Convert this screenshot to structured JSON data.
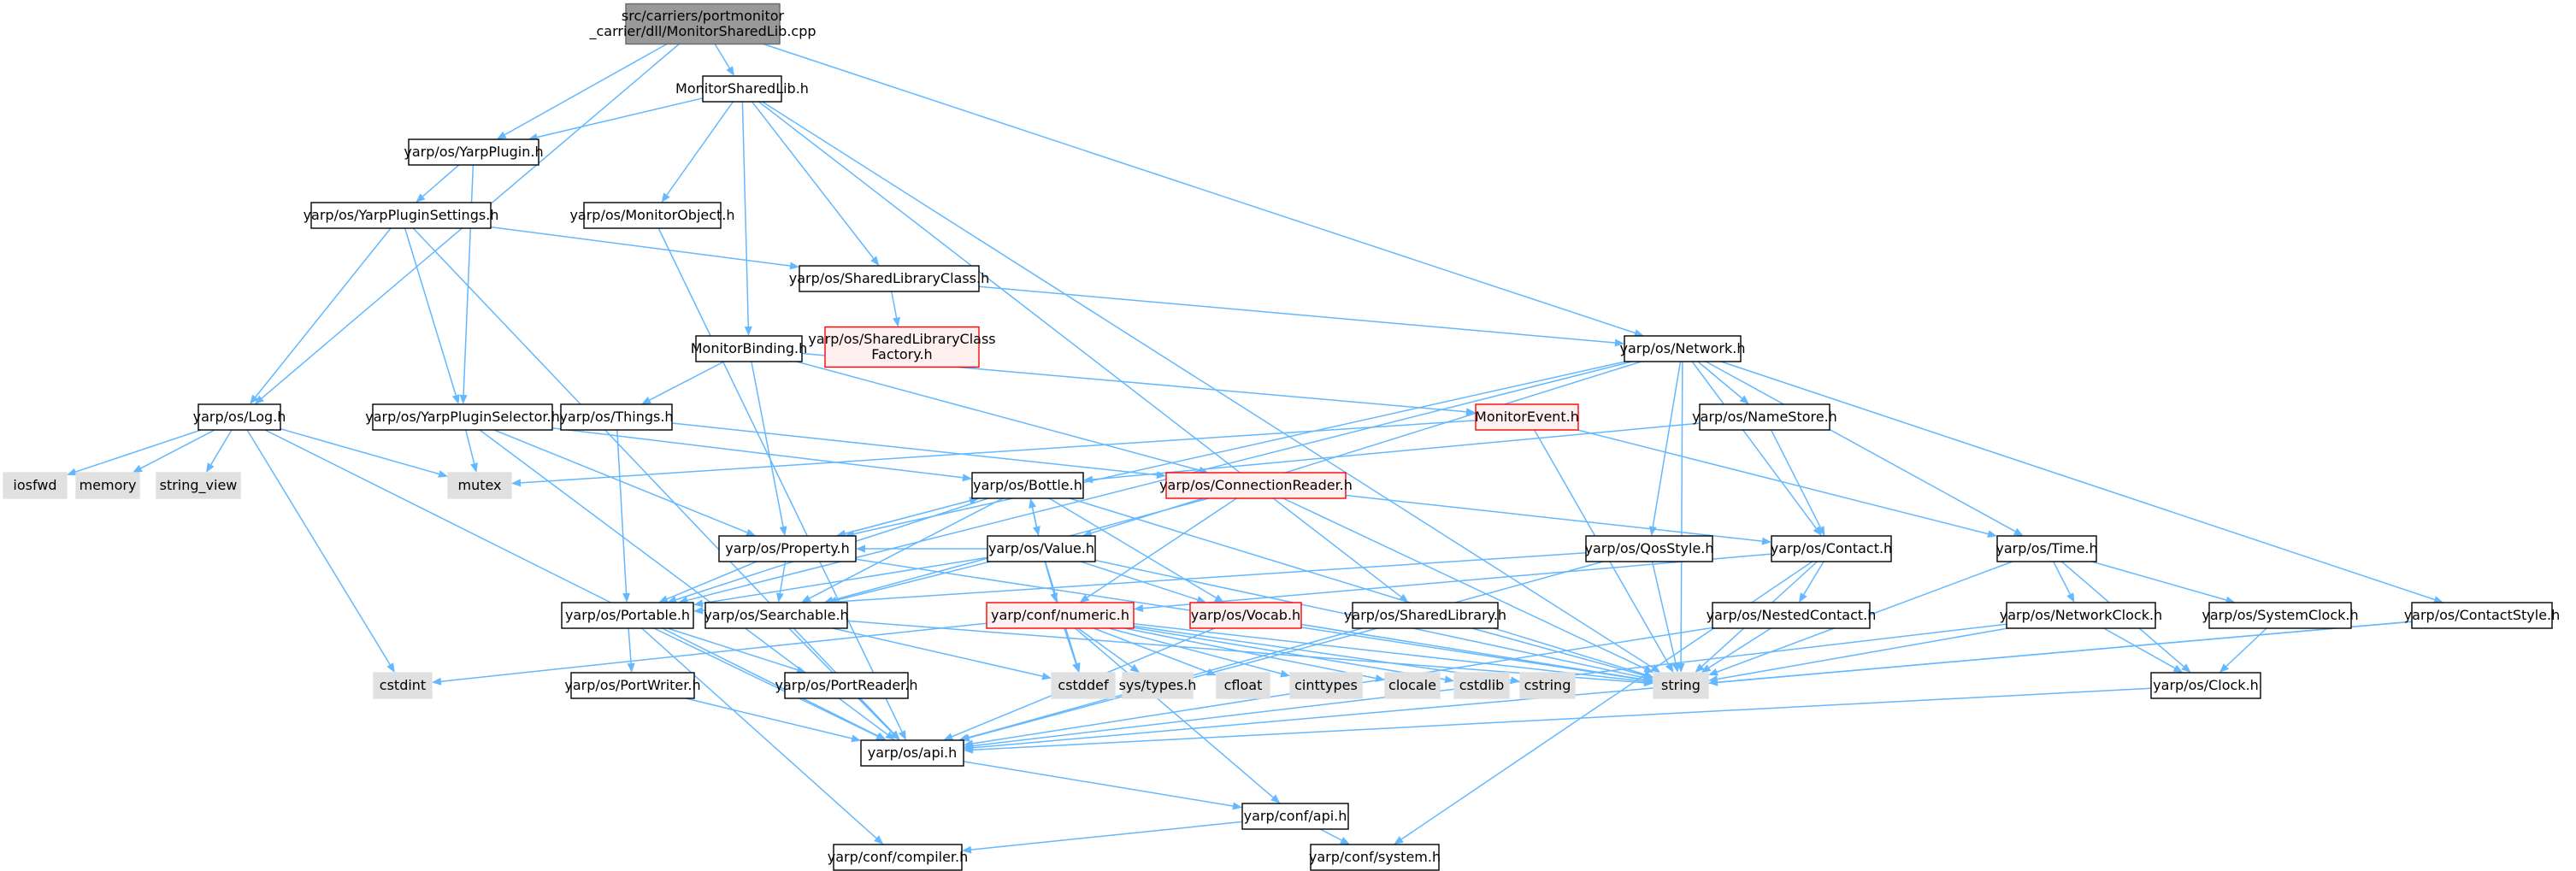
{
  "graph": {
    "colors": {
      "edge": "#63b8ff",
      "root_fill": "#999999",
      "root_stroke": "#666666",
      "normal_fill": "#ffffff",
      "normal_stroke": "#000000",
      "system_fill": "#e0e0e0",
      "system_stroke": "#e0e0e0",
      "missing_fill": "#fff0f0",
      "missing_stroke": "#ff0000",
      "text": "#000000"
    },
    "nodes": [
      {
        "id": "root",
        "kind": "root",
        "lines": [
          "src/carriers/portmonitor",
          "_carrier/dll/MonitorSharedLib.cpp"
        ]
      },
      {
        "id": "MonitorSharedLib",
        "kind": "normal",
        "lines": [
          "MonitorSharedLib.h"
        ]
      },
      {
        "id": "YarpPlugin",
        "kind": "normal",
        "lines": [
          "yarp/os/YarpPlugin.h"
        ]
      },
      {
        "id": "YarpPluginSettings",
        "kind": "normal",
        "lines": [
          "yarp/os/YarpPluginSettings.h"
        ]
      },
      {
        "id": "MonitorObject",
        "kind": "normal",
        "lines": [
          "yarp/os/MonitorObject.h"
        ]
      },
      {
        "id": "SharedLibraryClass",
        "kind": "normal",
        "lines": [
          "yarp/os/SharedLibraryClass.h"
        ]
      },
      {
        "id": "SharedLibraryClassFactory",
        "kind": "missing",
        "lines": [
          "yarp/os/SharedLibraryClass",
          "Factory.h"
        ]
      },
      {
        "id": "MonitorBinding",
        "kind": "normal",
        "lines": [
          "MonitorBinding.h"
        ]
      },
      {
        "id": "Network",
        "kind": "normal",
        "lines": [
          "yarp/os/Network.h"
        ]
      },
      {
        "id": "Log",
        "kind": "normal",
        "lines": [
          "yarp/os/Log.h"
        ]
      },
      {
        "id": "YarpPluginSelector",
        "kind": "normal",
        "lines": [
          "yarp/os/YarpPluginSelector.h"
        ]
      },
      {
        "id": "Things",
        "kind": "normal",
        "lines": [
          "yarp/os/Things.h"
        ]
      },
      {
        "id": "MonitorEvent",
        "kind": "missing",
        "lines": [
          "MonitorEvent.h"
        ]
      },
      {
        "id": "NameStore",
        "kind": "normal",
        "lines": [
          "yarp/os/NameStore.h"
        ]
      },
      {
        "id": "iosfwd",
        "kind": "system",
        "lines": [
          "iosfwd"
        ]
      },
      {
        "id": "memory",
        "kind": "system",
        "lines": [
          "memory"
        ]
      },
      {
        "id": "string_view",
        "kind": "system",
        "lines": [
          "string_view"
        ]
      },
      {
        "id": "mutex",
        "kind": "system",
        "lines": [
          "mutex"
        ]
      },
      {
        "id": "Bottle",
        "kind": "normal",
        "lines": [
          "yarp/os/Bottle.h"
        ]
      },
      {
        "id": "ConnectionReader",
        "kind": "missing",
        "lines": [
          "yarp/os/ConnectionReader.h"
        ]
      },
      {
        "id": "Property",
        "kind": "normal",
        "lines": [
          "yarp/os/Property.h"
        ]
      },
      {
        "id": "Value",
        "kind": "normal",
        "lines": [
          "yarp/os/Value.h"
        ]
      },
      {
        "id": "QosStyle",
        "kind": "normal",
        "lines": [
          "yarp/os/QosStyle.h"
        ]
      },
      {
        "id": "Contact",
        "kind": "normal",
        "lines": [
          "yarp/os/Contact.h"
        ]
      },
      {
        "id": "Time",
        "kind": "normal",
        "lines": [
          "yarp/os/Time.h"
        ]
      },
      {
        "id": "Portable",
        "kind": "normal",
        "lines": [
          "yarp/os/Portable.h"
        ]
      },
      {
        "id": "Searchable",
        "kind": "normal",
        "lines": [
          "yarp/os/Searchable.h"
        ]
      },
      {
        "id": "numeric",
        "kind": "missing",
        "lines": [
          "yarp/conf/numeric.h"
        ]
      },
      {
        "id": "Vocab",
        "kind": "missing",
        "lines": [
          "yarp/os/Vocab.h"
        ]
      },
      {
        "id": "SharedLibrary",
        "kind": "normal",
        "lines": [
          "yarp/os/SharedLibrary.h"
        ]
      },
      {
        "id": "NestedContact",
        "kind": "normal",
        "lines": [
          "yarp/os/NestedContact.h"
        ]
      },
      {
        "id": "NetworkClock",
        "kind": "normal",
        "lines": [
          "yarp/os/NetworkClock.h"
        ]
      },
      {
        "id": "SystemClock",
        "kind": "normal",
        "lines": [
          "yarp/os/SystemClock.h"
        ]
      },
      {
        "id": "ContactStyle",
        "kind": "normal",
        "lines": [
          "yarp/os/ContactStyle.h"
        ]
      },
      {
        "id": "cstdint",
        "kind": "system",
        "lines": [
          "cstdint"
        ]
      },
      {
        "id": "PortWriter",
        "kind": "normal",
        "lines": [
          "yarp/os/PortWriter.h"
        ]
      },
      {
        "id": "PortReader",
        "kind": "normal",
        "lines": [
          "yarp/os/PortReader.h"
        ]
      },
      {
        "id": "cstddef",
        "kind": "system",
        "lines": [
          "cstddef"
        ]
      },
      {
        "id": "systypes",
        "kind": "system",
        "lines": [
          "sys/types.h"
        ]
      },
      {
        "id": "cfloat",
        "kind": "system",
        "lines": [
          "cfloat"
        ]
      },
      {
        "id": "cinttypes",
        "kind": "system",
        "lines": [
          "cinttypes"
        ]
      },
      {
        "id": "clocale",
        "kind": "system",
        "lines": [
          "clocale"
        ]
      },
      {
        "id": "cstdlib",
        "kind": "system",
        "lines": [
          "cstdlib"
        ]
      },
      {
        "id": "cstring",
        "kind": "system",
        "lines": [
          "cstring"
        ]
      },
      {
        "id": "string",
        "kind": "system",
        "lines": [
          "string"
        ]
      },
      {
        "id": "Clock",
        "kind": "normal",
        "lines": [
          "yarp/os/Clock.h"
        ]
      },
      {
        "id": "apih",
        "kind": "normal",
        "lines": [
          "yarp/os/api.h"
        ]
      },
      {
        "id": "confapi",
        "kind": "normal",
        "lines": [
          "yarp/conf/api.h"
        ]
      },
      {
        "id": "compiler",
        "kind": "normal",
        "lines": [
          "yarp/conf/compiler.h"
        ]
      },
      {
        "id": "system",
        "kind": "normal",
        "lines": [
          "yarp/conf/system.h"
        ]
      }
    ],
    "edges": [
      [
        "root",
        "MonitorSharedLib"
      ],
      [
        "root",
        "YarpPlugin"
      ],
      [
        "root",
        "Log"
      ],
      [
        "root",
        "Network"
      ],
      [
        "MonitorSharedLib",
        "YarpPlugin"
      ],
      [
        "MonitorSharedLib",
        "MonitorObject"
      ],
      [
        "MonitorSharedLib",
        "SharedLibraryClass"
      ],
      [
        "MonitorSharedLib",
        "MonitorBinding"
      ],
      [
        "MonitorSharedLib",
        "SharedLibrary"
      ],
      [
        "MonitorSharedLib",
        "string"
      ],
      [
        "YarpPlugin",
        "YarpPluginSettings"
      ],
      [
        "YarpPlugin",
        "YarpPluginSelector"
      ],
      [
        "YarpPluginSettings",
        "SharedLibraryClass"
      ],
      [
        "YarpPluginSettings",
        "Log"
      ],
      [
        "YarpPluginSettings",
        "YarpPluginSelector"
      ],
      [
        "YarpPluginSettings",
        "apih"
      ],
      [
        "MonitorObject",
        "apih"
      ],
      [
        "SharedLibraryClass",
        "SharedLibraryClassFactory"
      ],
      [
        "SharedLibraryClass",
        "Network"
      ],
      [
        "MonitorBinding",
        "Things"
      ],
      [
        "MonitorBinding",
        "Property"
      ],
      [
        "MonitorBinding",
        "MonitorEvent"
      ],
      [
        "MonitorBinding",
        "ConnectionReader"
      ],
      [
        "Network",
        "NameStore"
      ],
      [
        "Network",
        "Contact"
      ],
      [
        "Network",
        "QosStyle"
      ],
      [
        "Network",
        "Time"
      ],
      [
        "Network",
        "ContactStyle"
      ],
      [
        "Network",
        "Property"
      ],
      [
        "Network",
        "Value"
      ],
      [
        "Network",
        "Portable"
      ],
      [
        "Network",
        "string"
      ],
      [
        "Log",
        "iosfwd"
      ],
      [
        "Log",
        "memory"
      ],
      [
        "Log",
        "string_view"
      ],
      [
        "Log",
        "mutex"
      ],
      [
        "Log",
        "cstdint"
      ],
      [
        "Log",
        "apih"
      ],
      [
        "YarpPluginSelector",
        "mutex"
      ],
      [
        "YarpPluginSelector",
        "Bottle"
      ],
      [
        "YarpPluginSelector",
        "Property"
      ],
      [
        "YarpPluginSelector",
        "apih"
      ],
      [
        "Things",
        "ConnectionReader"
      ],
      [
        "Things",
        "Portable"
      ],
      [
        "MonitorEvent",
        "mutex"
      ],
      [
        "MonitorEvent",
        "Time"
      ],
      [
        "MonitorEvent",
        "string"
      ],
      [
        "NameStore",
        "Bottle"
      ],
      [
        "NameStore",
        "Contact"
      ],
      [
        "Bottle",
        "Property"
      ],
      [
        "Bottle",
        "Value"
      ],
      [
        "Bottle",
        "Portable"
      ],
      [
        "Bottle",
        "Searchable"
      ],
      [
        "Bottle",
        "Vocab"
      ],
      [
        "Bottle",
        "string"
      ],
      [
        "ConnectionReader",
        "Contact"
      ],
      [
        "ConnectionReader",
        "Searchable"
      ],
      [
        "ConnectionReader",
        "numeric"
      ],
      [
        "ConnectionReader",
        "string"
      ],
      [
        "Property",
        "Bottle"
      ],
      [
        "Property",
        "Portable"
      ],
      [
        "Property",
        "Searchable"
      ],
      [
        "Property",
        "string"
      ],
      [
        "Value",
        "Bottle"
      ],
      [
        "Value",
        "Property"
      ],
      [
        "Value",
        "Portable"
      ],
      [
        "Value",
        "Searchable"
      ],
      [
        "Value",
        "numeric"
      ],
      [
        "Value",
        "Vocab"
      ],
      [
        "Value",
        "cstddef"
      ],
      [
        "Value",
        "string"
      ],
      [
        "QosStyle",
        "Portable"
      ],
      [
        "QosStyle",
        "string"
      ],
      [
        "QosStyle",
        "apih"
      ],
      [
        "Contact",
        "NestedContact"
      ],
      [
        "Contact",
        "string"
      ],
      [
        "Contact",
        "system"
      ],
      [
        "Contact",
        "numeric"
      ],
      [
        "Time",
        "NetworkClock"
      ],
      [
        "Time",
        "SystemClock"
      ],
      [
        "Time",
        "Clock"
      ],
      [
        "Time",
        "string"
      ],
      [
        "Portable",
        "PortWriter"
      ],
      [
        "Portable",
        "PortReader"
      ],
      [
        "Portable",
        "apih"
      ],
      [
        "Portable",
        "compiler"
      ],
      [
        "Searchable",
        "cstddef"
      ],
      [
        "Searchable",
        "apih"
      ],
      [
        "Searchable",
        "string"
      ],
      [
        "numeric",
        "cstdint"
      ],
      [
        "numeric",
        "cstddef"
      ],
      [
        "numeric",
        "systypes"
      ],
      [
        "numeric",
        "cfloat"
      ],
      [
        "numeric",
        "cinttypes"
      ],
      [
        "numeric",
        "clocale"
      ],
      [
        "numeric",
        "cstdlib"
      ],
      [
        "numeric",
        "cstring"
      ],
      [
        "numeric",
        "string"
      ],
      [
        "numeric",
        "confapi"
      ],
      [
        "Vocab",
        "string"
      ],
      [
        "Vocab",
        "apih"
      ],
      [
        "SharedLibrary",
        "string"
      ],
      [
        "SharedLibrary",
        "apih"
      ],
      [
        "NestedContact",
        "string"
      ],
      [
        "NestedContact",
        "apih"
      ],
      [
        "NetworkClock",
        "Clock"
      ],
      [
        "NetworkClock",
        "string"
      ],
      [
        "NetworkClock",
        "apih"
      ],
      [
        "SystemClock",
        "Clock"
      ],
      [
        "ContactStyle",
        "string"
      ],
      [
        "ContactStyle",
        "apih"
      ],
      [
        "PortWriter",
        "apih"
      ],
      [
        "PortReader",
        "apih"
      ],
      [
        "Clock",
        "apih"
      ],
      [
        "apih",
        "confapi"
      ],
      [
        "confapi",
        "compiler"
      ],
      [
        "confapi",
        "system"
      ]
    ]
  }
}
